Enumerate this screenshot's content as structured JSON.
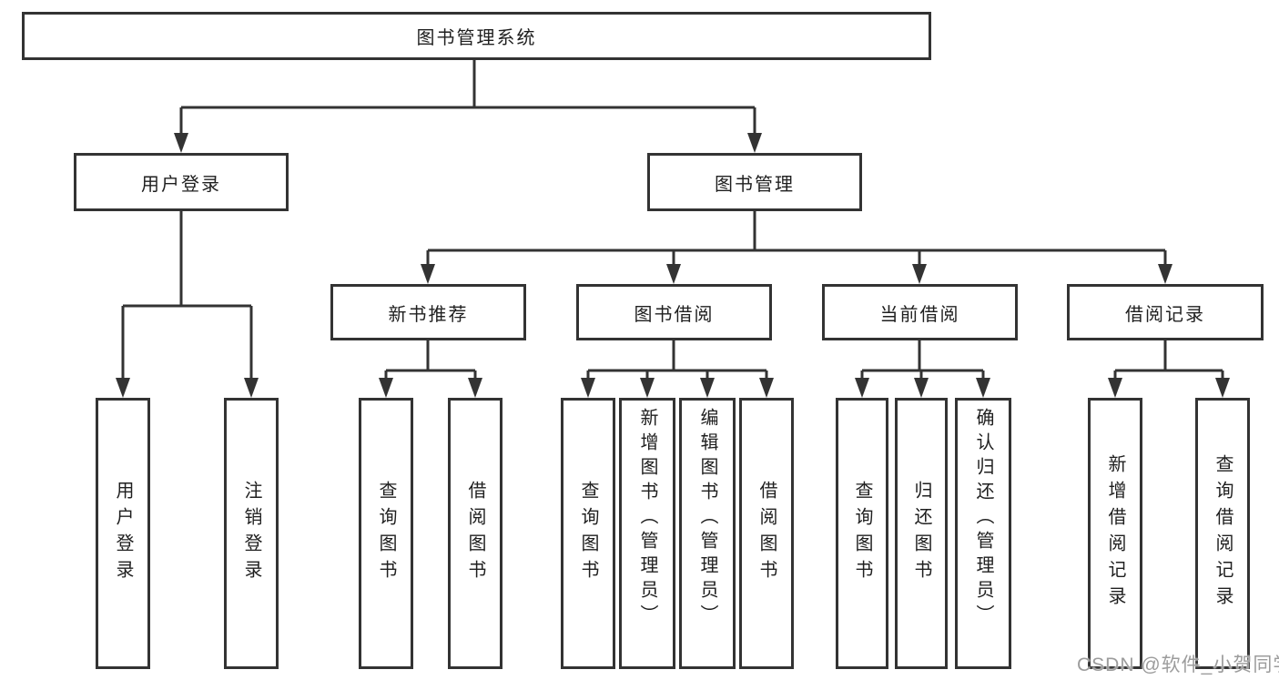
{
  "diagram": {
    "root": {
      "label": "图书管理系统"
    },
    "level2": [
      {
        "label": "用户登录"
      },
      {
        "label": "图书管理"
      }
    ],
    "level3": [
      {
        "label": "新书推荐",
        "parent": "图书管理"
      },
      {
        "label": "图书借阅",
        "parent": "图书管理"
      },
      {
        "label": "当前借阅",
        "parent": "图书管理"
      },
      {
        "label": "借阅记录",
        "parent": "图书管理"
      }
    ],
    "leaves": [
      {
        "label": "用户登录",
        "parent": "用户登录"
      },
      {
        "label": "注销登录",
        "parent": "用户登录"
      },
      {
        "label": "查询图书",
        "parent": "新书推荐"
      },
      {
        "label": "借阅图书",
        "parent": "新书推荐"
      },
      {
        "label": "查询图书",
        "parent": "图书借阅"
      },
      {
        "label": "新增图书（管理员）",
        "parent": "图书借阅"
      },
      {
        "label": "编辑图书（管理员）",
        "parent": "图书借阅"
      },
      {
        "label": "借阅图书",
        "parent": "图书借阅"
      },
      {
        "label": "查询图书",
        "parent": "当前借阅"
      },
      {
        "label": "归还图书",
        "parent": "当前借阅"
      },
      {
        "label": "确认归还（管理员）",
        "parent": "当前借阅"
      },
      {
        "label": "新增借阅记录",
        "parent": "借阅记录"
      },
      {
        "label": "查询借阅记录",
        "parent": "借阅记录"
      }
    ],
    "watermark": "CSDN @软件_小贺同学",
    "colors": {
      "line": "#333333",
      "border": "#333333",
      "text": "#1f1f1f",
      "watermark": "#9c9c9c",
      "background": "#ffffff"
    }
  }
}
